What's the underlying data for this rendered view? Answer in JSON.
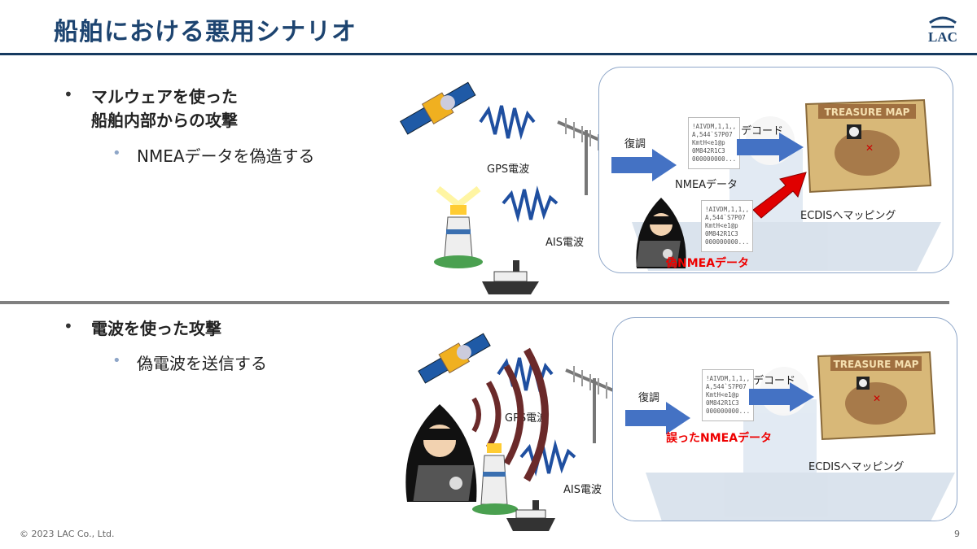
{
  "header": {
    "title": "船舶における悪用シナリオ",
    "logo_text": "LAC"
  },
  "section1": {
    "bullet": "マルウェアを使った",
    "bullet_line2": "船舶内部からの攻撃",
    "sub_bullet": "NMEAデータを偽造する",
    "diagram": {
      "gps_label": "GPS電波",
      "ais_label": "AIS電波",
      "demod_label": "復調",
      "nmea_label": "NMEAデータ",
      "decode_label": "デコード",
      "ecdis_label": "ECDISへマッピング",
      "fake_label": "偽NMEAデータ",
      "map_title": "TREASURE MAP",
      "doc_text": "!AIVDM,1,1,,\nA,544`S7P07\nKmtH<e1@p\n0M842R1C3\n000000000..."
    }
  },
  "section2": {
    "bullet": "電波を使った攻撃",
    "sub_bullet": "偽電波を送信する",
    "diagram": {
      "gps_label": "GPS電波",
      "ais_label": "AIS電波",
      "demod_label": "復調",
      "decode_label": "デコード",
      "ecdis_label": "ECDISへマッピング",
      "wrong_label": "誤ったNMEAデータ",
      "map_title": "TREASURE MAP",
      "doc_text": "!AIVDM,1,1,,\nA,544`S7P07\nKmtH<e1@p\n0M842R1C3\n000000000..."
    }
  },
  "footer": {
    "copyright": "© 2023 LAC Co., Ltd.",
    "page": "9"
  },
  "colors": {
    "title": "#1d4470",
    "arrow_blue": "#4472c4",
    "arrow_red": "#e00000",
    "wave": "#1f4fa0",
    "radio_wave": "#6b2a2a"
  }
}
